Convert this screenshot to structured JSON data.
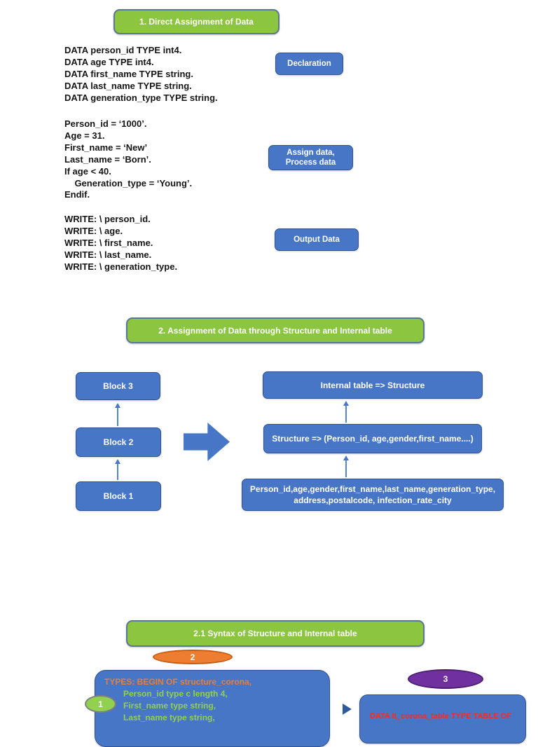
{
  "colors": {
    "accent_blue": "#4876C6",
    "accent_blue_border": "#2F528F",
    "accent_green": "#8CC540",
    "accent_orange": "#ED7D31",
    "accent_purple": "#7030A0",
    "code_text": "#151515",
    "code_orange": "#ED7D31",
    "code_green": "#92D050",
    "code_red": "#FF2A1E"
  },
  "section1": {
    "header": "1. Direct Assignment of Data",
    "code_declaration": [
      "DATA person_id TYPE int4.",
      "DATA age TYPE int4.",
      "DATA first_name TYPE string.",
      "DATA last_name TYPE string.",
      "DATA generation_type TYPE string."
    ],
    "label_declaration": "Declaration",
    "code_assign": [
      "Person_id = ‘1000’.",
      "Age = 31.",
      "First_name = ‘New’",
      "Last_name = ‘Born’.",
      "If age < 40.",
      "    Generation_type = ‘Young’.",
      "Endif."
    ],
    "label_assign_line1": "Assign data,",
    "label_assign_line2": "Process data",
    "code_output": [
      "WRITE: \\ person_id.",
      "WRITE: \\ age.",
      "WRITE: \\ first_name.",
      "WRITE: \\ last_name.",
      "WRITE: \\ generation_type."
    ],
    "label_output": "Output Data"
  },
  "section2": {
    "header": "2. Assignment of Data through Structure and Internal table",
    "block3": "Block 3",
    "block2": "Block 2",
    "block1": "Block 1",
    "box_internal": "Internal table => Structure",
    "box_structure": "Structure => (Person_id, age,gender,first_name....)",
    "box_fields_line1": "Person_id,age,gender,first_name,last_name,generation_type,",
    "box_fields_line2": "address,postalcode, infection_rate_city"
  },
  "section21": {
    "header": "2.1  Syntax of Structure and Internal table",
    "badge1": "1",
    "badge2": "2",
    "badge3": "3",
    "code_left": [
      "TYPES: BEGIN OF structure_corona,",
      "Person_id type c length 4,",
      "First_name type string,",
      "Last_name type string,"
    ],
    "code_right_partial": "DATA lt_corona_table TYPE TABLE OF"
  }
}
